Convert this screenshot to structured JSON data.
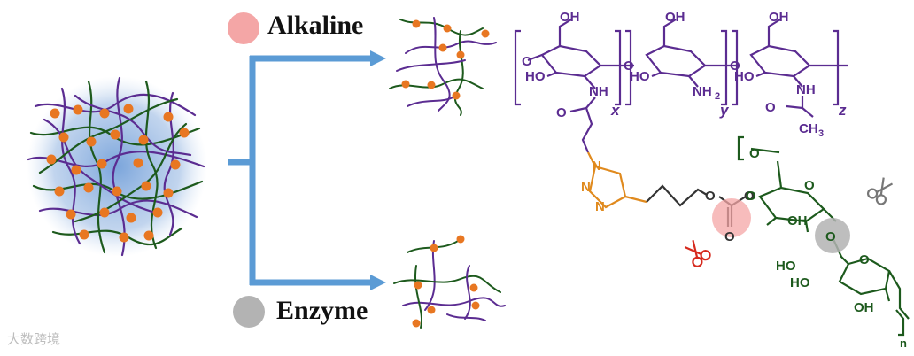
{
  "labels": {
    "alkaline": "Alkaline",
    "enzyme": "Enzyme"
  },
  "chem": {
    "oh": "OH",
    "ho": "HO",
    "o": "O",
    "nh": "NH",
    "nh2": "NH",
    "sub2": "2",
    "n": "N",
    "ch3": "CH",
    "sub3": "3",
    "x": "x",
    "y": "y",
    "z": "z",
    "n_sub": "n"
  },
  "watermark": "大数跨境",
  "colors": {
    "purple": "#5b2c91",
    "green": "#1d5a1d",
    "orange": "#e87722",
    "arrow": "#5b9bd5",
    "alkaline_dot": "#f4a6a6",
    "enzyme_dot": "#b3b3b3",
    "triazole": "#e08a1e",
    "glow": "#9dbde6"
  }
}
